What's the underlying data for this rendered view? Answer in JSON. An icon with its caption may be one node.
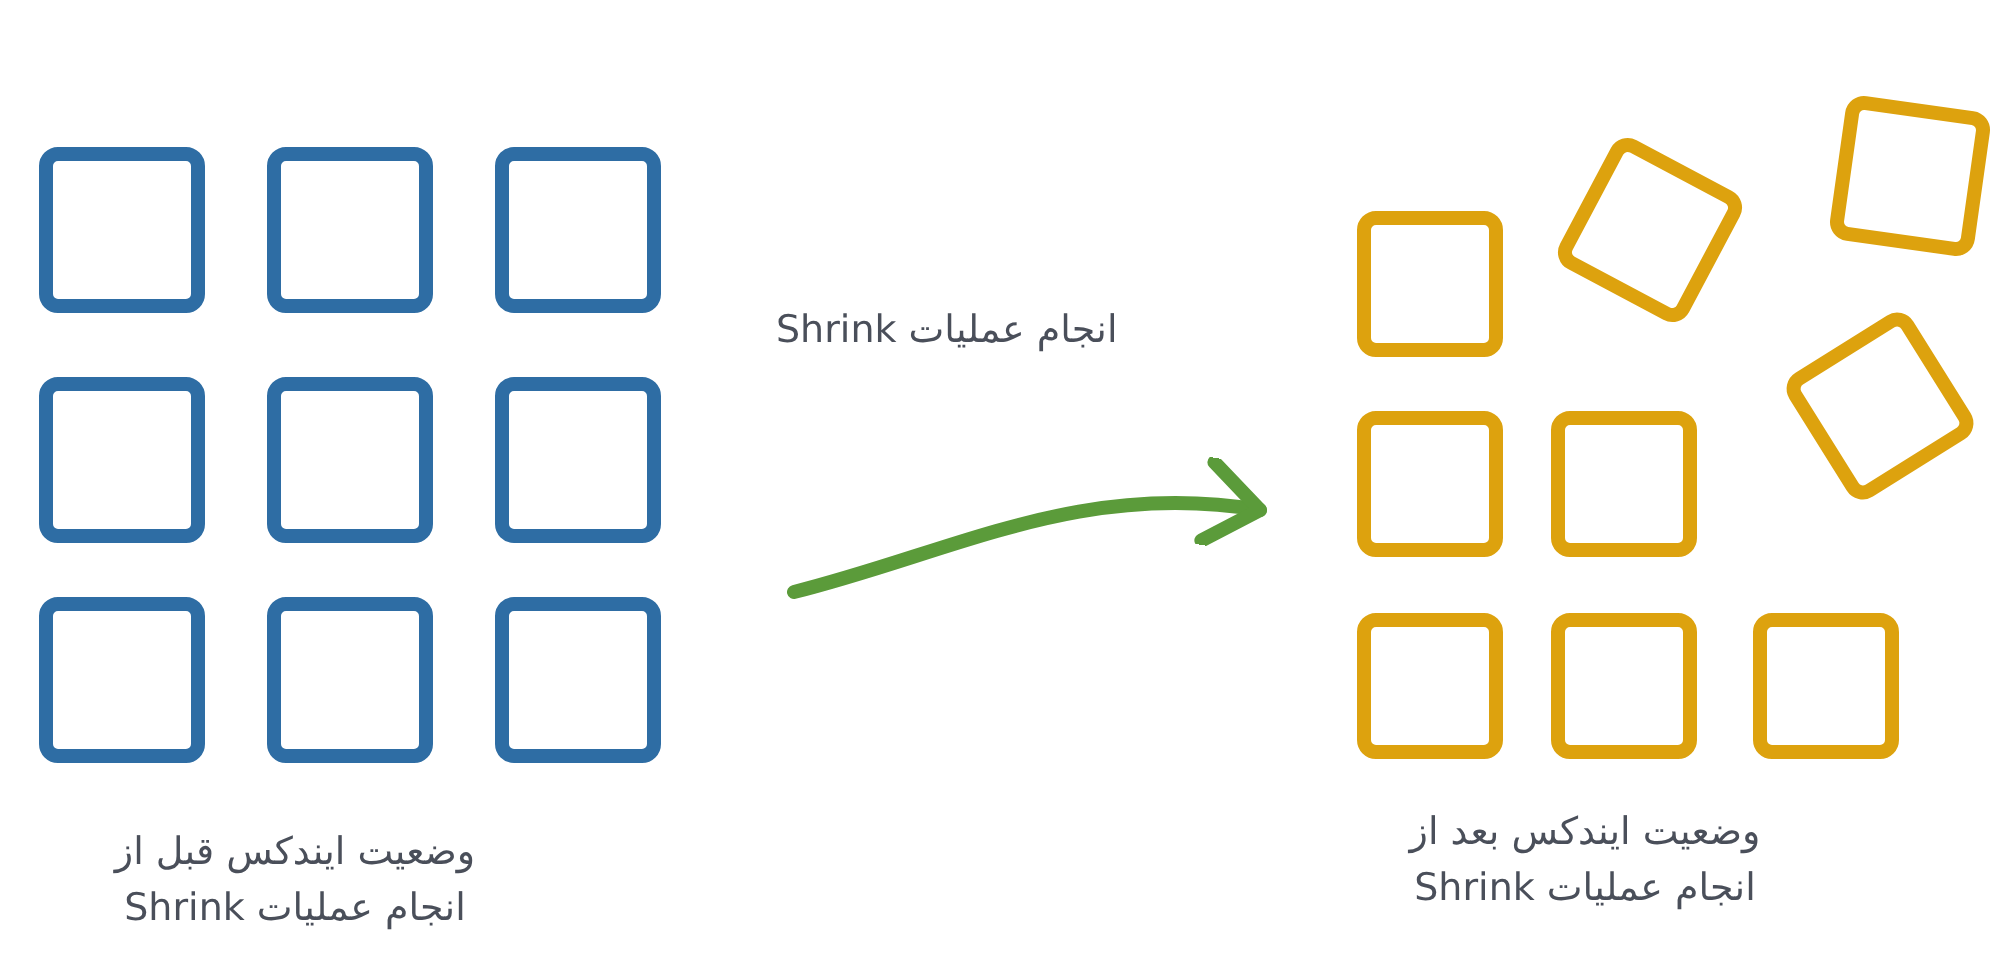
{
  "diagram": {
    "nodes": [
      {
        "text": [],
        "shape": "picture",
        "beside": [
          "وضعیت ایندکس قبل از انجام عملیات Shrink"
        ]
      },
      {
        "text": [],
        "shape": "picture",
        "beside": [
          "وضعیت ایندکس بعد از انجام عملیات Shrink"
        ]
      }
    ],
    "edges": [
      {
        "from": 0,
        "to": 1,
        "arrow": "to",
        "label": "انجام عملیات Shrink"
      }
    ]
  }
}
